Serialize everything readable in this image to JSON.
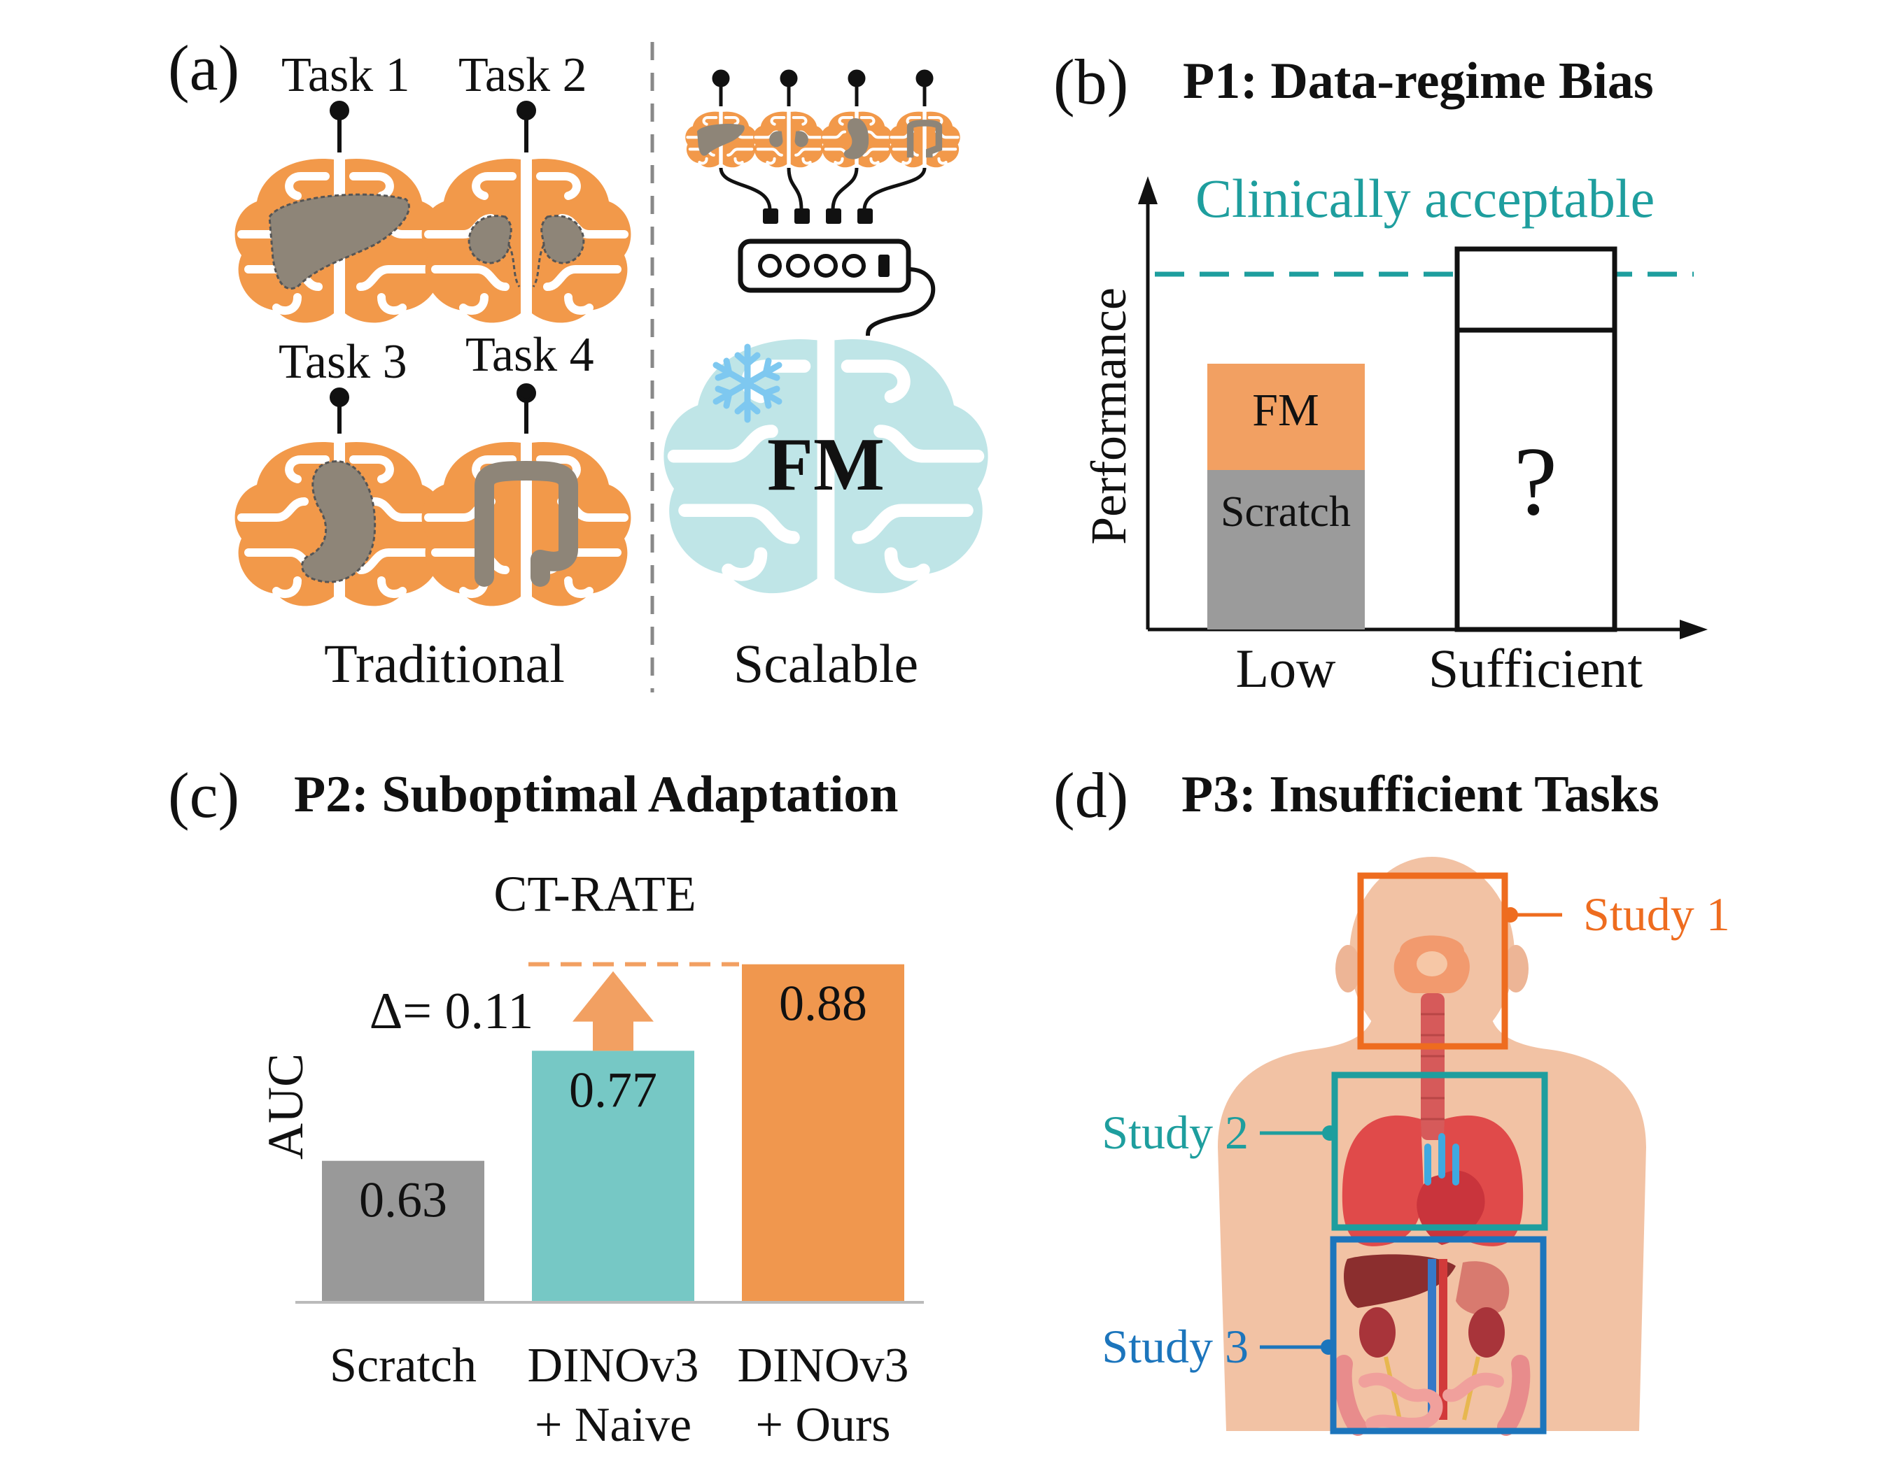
{
  "panel_a": {
    "label": "(a)",
    "tasks": [
      "Task 1",
      "Task 2",
      "Task 3",
      "Task 4"
    ],
    "left_caption": "Traditional",
    "right_caption": "Scalable",
    "model_label": "FM",
    "colors": {
      "orange": "#F2994A",
      "organ": "#8E8578",
      "light_blue": "#BFE5E7",
      "snowflake": "#7EC8F0"
    },
    "icons": [
      "liver-icon",
      "kidneys-icon",
      "stomach-icon",
      "colon-icon",
      "snowflake-icon",
      "power-strip-icon",
      "plug-icon"
    ]
  },
  "panel_b": {
    "label": "(b)",
    "title": "P1: Data-regime Bias",
    "threshold_label": "Clinically acceptable",
    "ylabel": "Performance",
    "categories": [
      "Low",
      "Sufficient"
    ],
    "stack_labels": [
      "Scratch",
      "FM"
    ],
    "unknown_label": "?",
    "colors": {
      "scratch": "#9B9B9B",
      "fm": "#F2A062",
      "threshold": "#1E9E9E"
    }
  },
  "chart_data": {
    "type": "bar",
    "title": "CT-RATE",
    "ylabel": "AUC",
    "xlabel": "",
    "categories": [
      [
        "Scratch"
      ],
      [
        "DINOv3",
        "+ Naive"
      ],
      [
        "DINOv3",
        "+ Ours"
      ]
    ],
    "values": [
      0.63,
      0.77,
      0.88
    ],
    "value_labels": [
      "0.63",
      "0.77",
      "0.88"
    ],
    "colors": [
      "#999999",
      "#76C8C5",
      "#F0974E"
    ],
    "delta_label": "Δ= 0.11",
    "ylim": [
      0.45,
      0.95
    ],
    "grid": false
  },
  "panel_c": {
    "label": "(c)",
    "title": "P2: Suboptimal Adaptation"
  },
  "panel_d": {
    "label": "(d)",
    "title": "P3: Insufficient Tasks",
    "studies": [
      {
        "label": "Study 1",
        "color": "#EE6C1F"
      },
      {
        "label": "Study 2",
        "color": "#1E9E9E"
      },
      {
        "label": "Study 3",
        "color": "#1C75BC"
      }
    ]
  }
}
